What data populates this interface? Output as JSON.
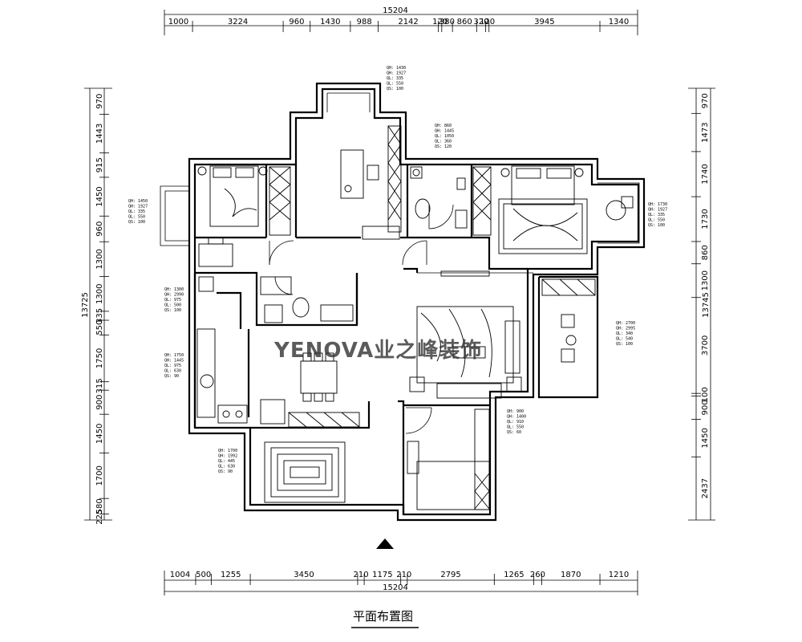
{
  "title": "平面布置图",
  "watermark": "YENOVA业之峰装饰",
  "dims": {
    "top_total": "15204",
    "top": [
      "1000",
      "3224",
      "960",
      "1430",
      "988",
      "2142",
      "120",
      "380",
      "860",
      "320",
      "120",
      "3945",
      "1340"
    ],
    "bottom_total": "15204",
    "bottom": [
      "1004",
      "500",
      "1255",
      "3450",
      "210",
      "1175",
      "210",
      "2795",
      "1265",
      "260",
      "1870",
      "1210"
    ],
    "left_total": "13725",
    "left": [
      "970",
      "1443",
      "915",
      "1450",
      "960",
      "1300",
      "1300",
      "335",
      "550",
      "1750",
      "315",
      "900",
      "1450",
      "1700",
      "580",
      "225"
    ],
    "right_total": "13745",
    "right": [
      "970",
      "1473",
      "1740",
      "1730",
      "860",
      "1300",
      "3700",
      "100",
      "900",
      "1450",
      "2437"
    ]
  },
  "notes": [
    {
      "lines": [
        "QH: 1430",
        "QH: 1927",
        "QL: 335",
        "QL: 550",
        "QS: 100"
      ]
    },
    {
      "lines": [
        "QH: 860",
        "QH: 1445",
        "QL: 1050",
        "QL: 360",
        "QS: 120"
      ]
    },
    {
      "lines": [
        "QH: 1450",
        "QH: 1927",
        "QL: 335",
        "QL: 550",
        "QS: 100"
      ]
    },
    {
      "lines": [
        "QH: 1730",
        "QH: 1927",
        "QL: 335",
        "QL: 550",
        "QS: 100"
      ]
    },
    {
      "lines": [
        "QH: 1300",
        "QH: 2990",
        "QL: 975",
        "QL: 500",
        "QS: 100"
      ]
    },
    {
      "lines": [
        "QH: 2700",
        "QH: 2995",
        "QL: 340",
        "QL: 540",
        "QS: 100"
      ]
    },
    {
      "lines": [
        "QH: 1750",
        "QH: 1445",
        "QL: 975",
        "QL: 630",
        "QS: 90"
      ]
    },
    {
      "lines": [
        "QH: 900",
        "QH: 1400",
        "QL: 910",
        "QL: 550",
        "QS: 60"
      ]
    },
    {
      "lines": [
        "QH: 1700",
        "QH: 1992",
        "QL: 445",
        "QL: 630",
        "QS: 90"
      ]
    }
  ]
}
